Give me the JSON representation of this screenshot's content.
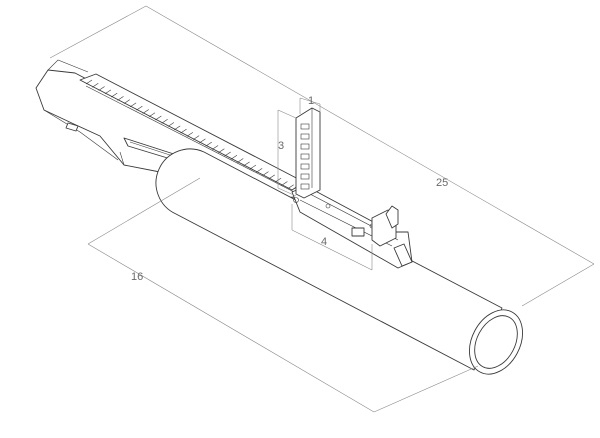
{
  "dimensions": {
    "overall_length": "25",
    "tube_length": "16",
    "sight_height": "3",
    "sight_width": "1",
    "rail_offset": "4"
  },
  "colors": {
    "line": "#3a3a3a",
    "dimension": "#8a8a8a",
    "background": "#ffffff"
  }
}
